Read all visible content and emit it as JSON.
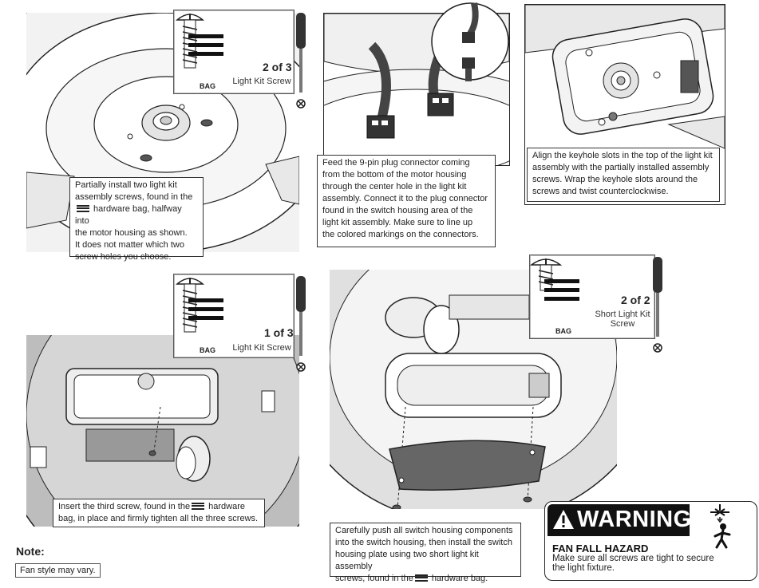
{
  "step1": {
    "caption": [
      "Partially install two light kit",
      "assembly screws, found in the",
      " hardware bag, halfway into",
      "the motor housing as shown.",
      "It does not matter which two",
      "screw holes you choose."
    ],
    "hardware": {
      "bag_label": "BAG",
      "count": "2 of 3",
      "name": "Light Kit Screw"
    }
  },
  "step2": {
    "caption": [
      "Feed the 9-pin plug connector coming",
      "from the bottom of the motor housing",
      "through the center hole in the light kit",
      "assembly. Connect it to the plug connector",
      "found in the switch housing area of the",
      "light kit assembly. Make sure to line up",
      "the colored markings on the connectors."
    ]
  },
  "step3": {
    "caption": [
      "Align the keyhole slots in the top of the light kit",
      "assembly with the partially installed assembly",
      "screws. Wrap the keyhole slots around the",
      "screws and twist counterclockwise."
    ]
  },
  "step4": {
    "caption": [
      "Insert the third screw, found in the",
      " hardware",
      "bag, in place and firmly tighten all the three screws."
    ],
    "hardware": {
      "bag_label": "BAG",
      "count": "1 of 3",
      "name": "Light Kit Screw"
    }
  },
  "step5": {
    "caption": [
      "Carefully push all switch housing components",
      "into the switch housing, then install the switch",
      "housing plate using two short light kit assembly",
      "screws, found in the",
      " hardware bag."
    ],
    "hardware": {
      "bag_label": "BAG",
      "count": "2 of 2",
      "name_line1": "Short Light Kit",
      "name_line2": "Screw"
    }
  },
  "note": {
    "title": "Note:",
    "text": "Fan style may vary."
  },
  "warning": {
    "title": "WARNING",
    "hazard": "FAN FALL HAZARD",
    "body": "Make sure all screws are tight to secure the light fixture."
  },
  "colors": {
    "line": "#222222",
    "shade": "#d9d9d9",
    "dark": "#555555",
    "warning_bg": "#111111"
  }
}
